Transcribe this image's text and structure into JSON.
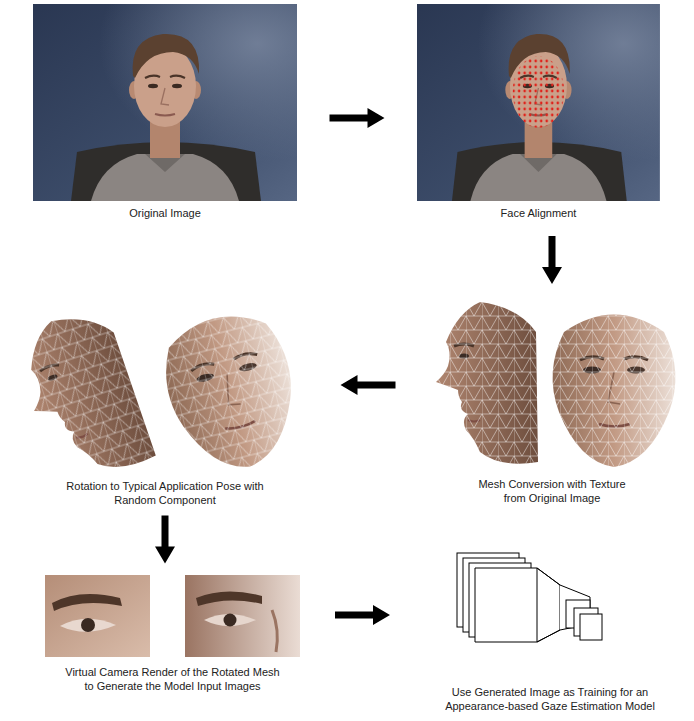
{
  "diagram": {
    "nodes": [
      {
        "text": [
          "Original Image"
        ]
      },
      {
        "text": [
          "Face Alignment"
        ]
      },
      {
        "text": [
          "Mesh Conversion with Texture from Original Image"
        ]
      },
      {
        "text": [
          "Rotation to Typical Application Pose with Random Component"
        ]
      },
      {
        "text": [
          "Virtual Camera Render of the Rotated Mesh to Generate the Model Input Images"
        ]
      },
      {
        "text": [
          "Use Generated Image as Training for an Appearance-based Gaze Estimation Model"
        ]
      }
    ],
    "edges": [
      {
        "from": 0,
        "to": 1,
        "arrow": "to"
      },
      {
        "from": 1,
        "to": 2,
        "arrow": "to"
      },
      {
        "from": 2,
        "to": 3,
        "arrow": "to"
      },
      {
        "from": 3,
        "to": 4,
        "arrow": "to"
      },
      {
        "from": 4,
        "to": 5,
        "arrow": "to"
      }
    ]
  }
}
